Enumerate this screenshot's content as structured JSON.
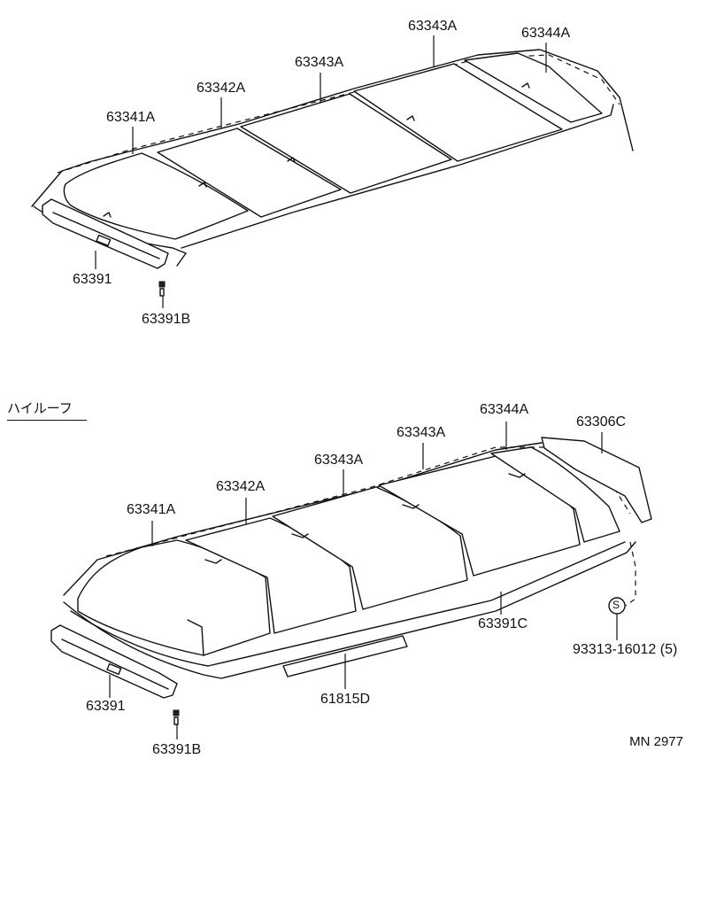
{
  "top_diagram": {
    "labels": {
      "p63341a": "63341A",
      "p63342a": "63342A",
      "p63343a_1": "63343A",
      "p63343a_2": "63343A",
      "p63344a": "63344A",
      "p63391": "63391",
      "p63391b": "63391B"
    }
  },
  "bottom_diagram": {
    "section_title": "ハイルーフ",
    "labels": {
      "p63341a": "63341A",
      "p63342a": "63342A",
      "p63343a_1": "63343A",
      "p63343a_2": "63343A",
      "p63344a": "63344A",
      "p63306c": "63306C",
      "p63391c": "63391C",
      "p93313": "93313-16012 (5)",
      "p61815d": "61815D",
      "p63391": "63391",
      "p63391b": "63391B"
    },
    "symbol_s": "S"
  },
  "figure_code": "MN 2977"
}
